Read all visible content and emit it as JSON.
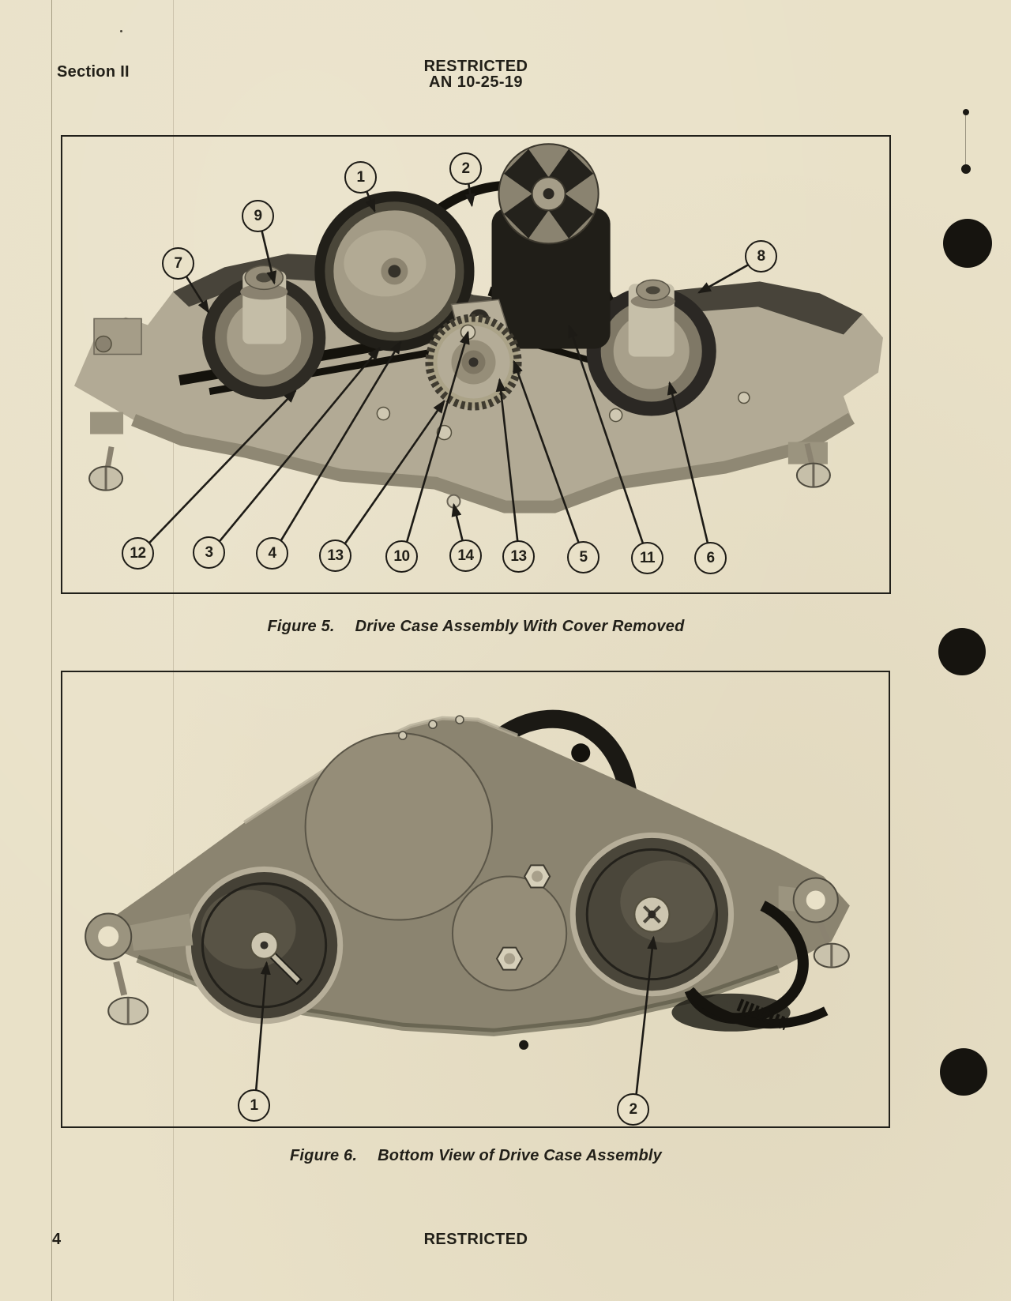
{
  "header": {
    "section": "Section II",
    "classification": "RESTRICTED",
    "doc_number": "AN 10-25-19"
  },
  "figure5": {
    "caption_label": "Figure 5.",
    "caption_title": "Drive Case Assembly With Cover Removed",
    "top_callouts": [
      "1",
      "2",
      "9",
      "7",
      "8"
    ],
    "bottom_callouts": [
      "12",
      "3",
      "4",
      "13",
      "10",
      "14",
      "13",
      "5",
      "11",
      "6"
    ]
  },
  "figure6": {
    "caption_label": "Figure 6.",
    "caption_title": "Bottom View of Drive Case Assembly",
    "callouts": [
      "1",
      "2"
    ]
  },
  "footer": {
    "page_number": "4",
    "classification": "RESTRICTED"
  },
  "colors": {
    "paper": "#e9e1c8",
    "ink": "#211f18",
    "hole_black": "#16140f"
  }
}
